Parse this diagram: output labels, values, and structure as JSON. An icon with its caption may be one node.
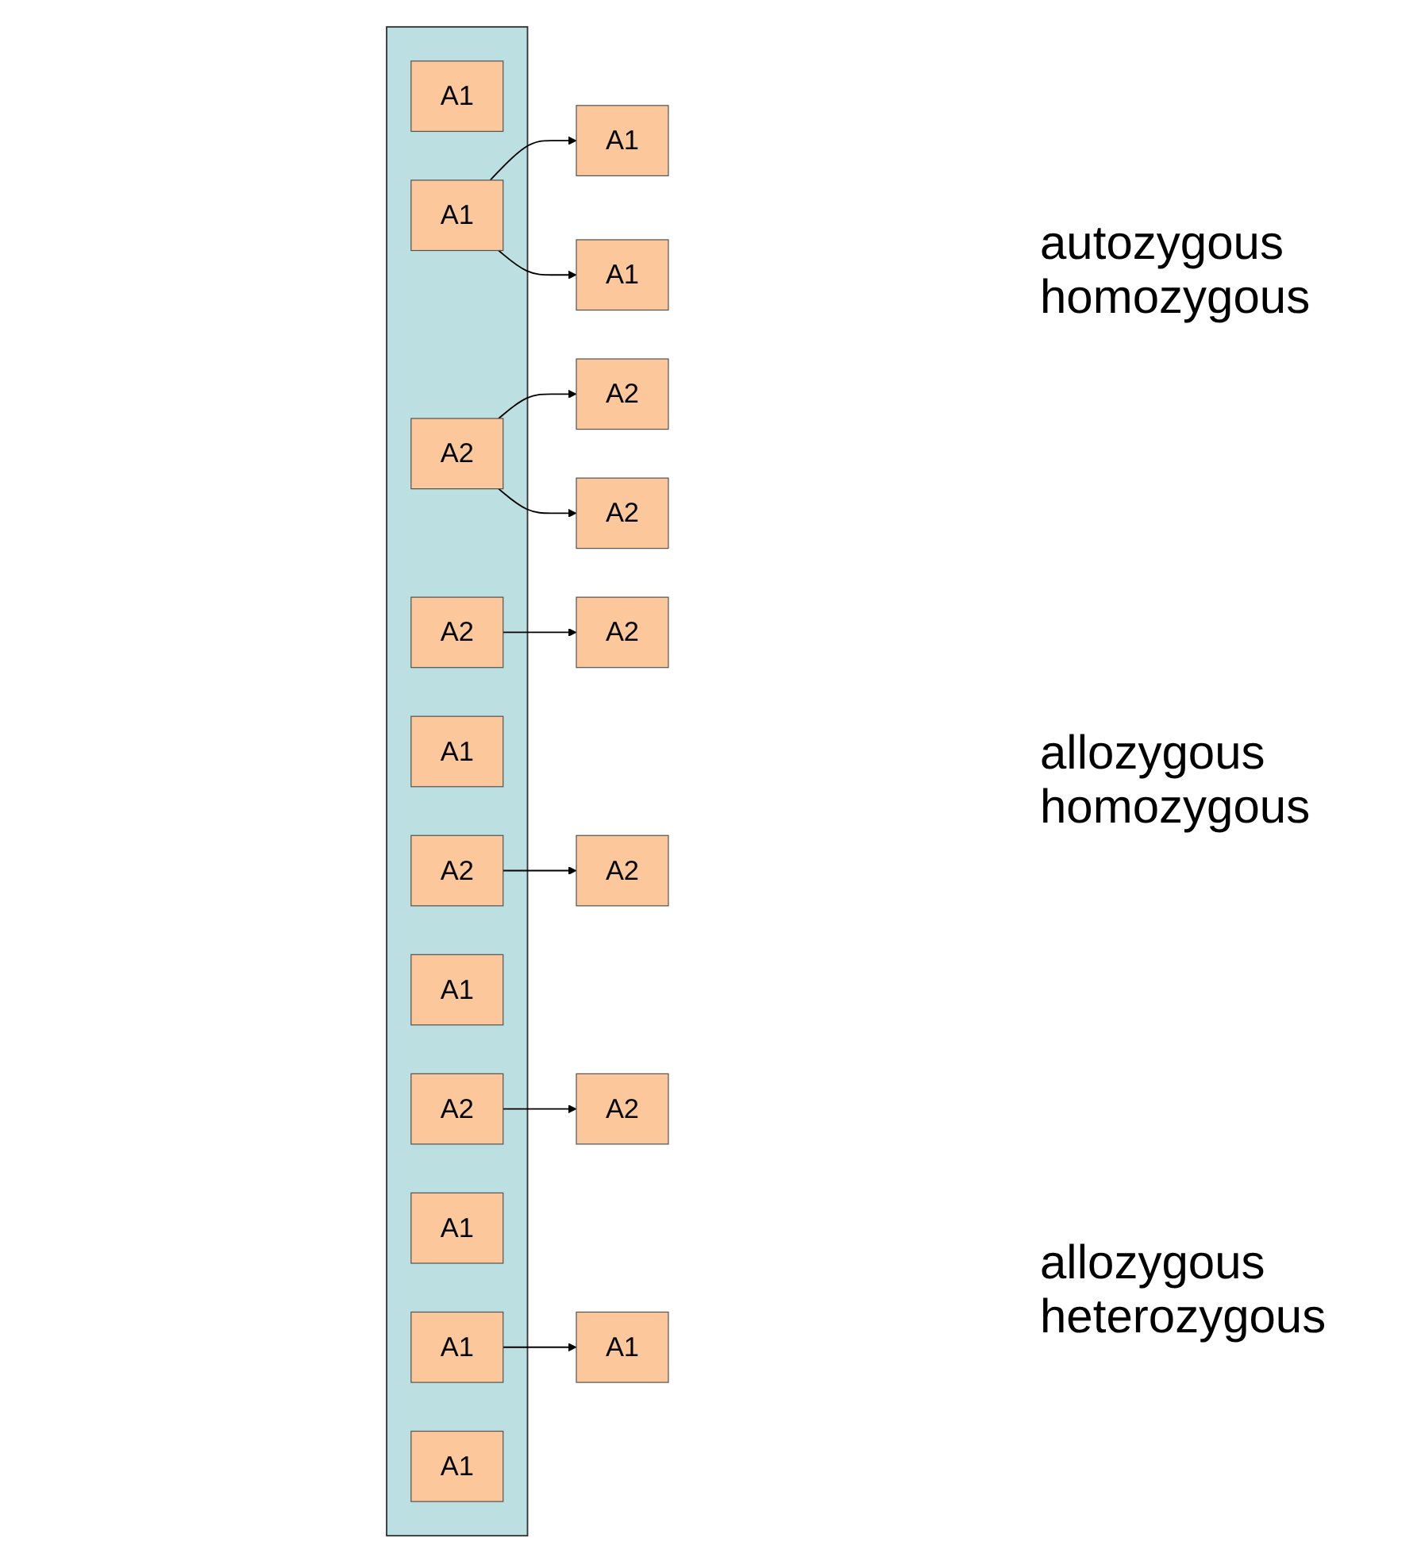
{
  "diagram": {
    "nodes": [
      {
        "text": [],
        "shape": "box"
      },
      {
        "text": [
          "A1"
        ],
        "in": 0
      },
      {
        "text": [
          "A1"
        ],
        "in": 0
      },
      {
        "text": [
          "A2"
        ],
        "in": 0
      },
      {
        "text": [
          "A2"
        ],
        "in": 0
      },
      {
        "text": [
          "A1"
        ],
        "in": 0
      },
      {
        "text": [
          "A2"
        ],
        "in": 0
      },
      {
        "text": [
          "A1"
        ],
        "in": 0
      },
      {
        "text": [
          "A2"
        ],
        "in": 0
      },
      {
        "text": [
          "A1"
        ],
        "in": 0
      },
      {
        "text": [
          "A1"
        ],
        "in": 0
      },
      {
        "text": [
          "A1"
        ],
        "in": 0
      },
      {
        "text": [
          "A1"
        ]
      },
      {
        "text": [
          "A1"
        ]
      },
      {
        "text": [
          "A2"
        ]
      },
      {
        "text": [
          "A2"
        ]
      },
      {
        "text": [
          "A2"
        ]
      },
      {
        "text": [
          "A2"
        ]
      },
      {
        "text": [
          "A1"
        ]
      },
      {
        "text": [
          "A2"
        ]
      }
    ],
    "edges": [
      {
        "from": 2,
        "to": 12,
        "arrow": "to"
      },
      {
        "from": 2,
        "to": 13,
        "arrow": "to"
      },
      {
        "from": 3,
        "to": 14,
        "arrow": "to"
      },
      {
        "from": 3,
        "to": 15,
        "arrow": "to"
      },
      {
        "from": 4,
        "to": 17,
        "arrow": "to"
      },
      {
        "from": 6,
        "to": 16,
        "arrow": "to"
      },
      {
        "from": 8,
        "to": 19,
        "arrow": "to"
      },
      {
        "from": 10,
        "to": 18,
        "arrow": "to"
      }
    ],
    "labels": [
      "autozygous homozygous",
      "allozygous homozygous",
      "allozygous heterozygous"
    ]
  }
}
